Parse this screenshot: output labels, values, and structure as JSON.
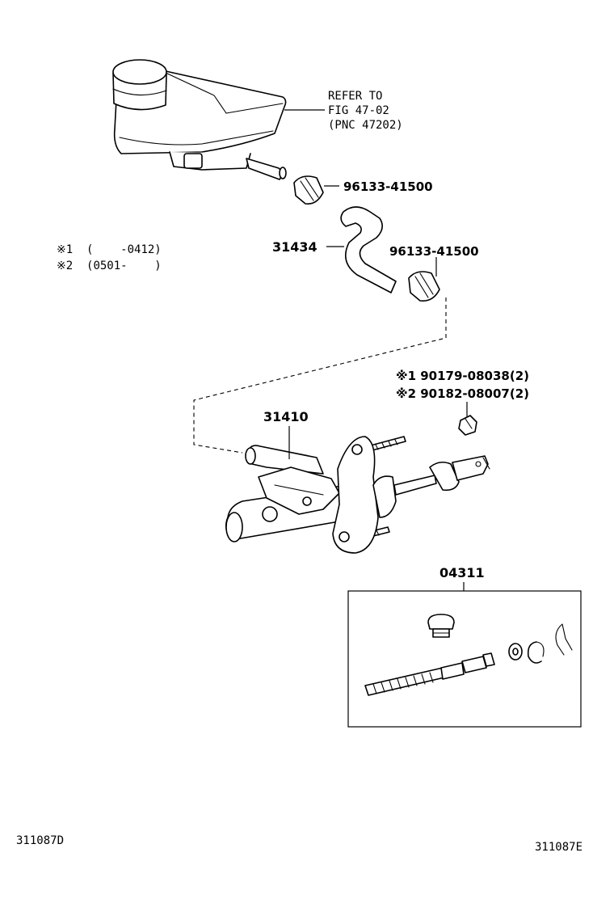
{
  "callouts": {
    "reservoir_ref_line1": "REFER TO",
    "reservoir_ref_line2": "FIG 47-02",
    "reservoir_ref_line3": "(PNC 47202)",
    "clamp_upper": "96133-41500",
    "hose": "31434",
    "clamp_lower": "96133-41500",
    "nut_1": "※1 90179-08038(2)",
    "nut_2": "※2 90182-08007(2)",
    "master_cylinder": "31410",
    "repair_kit": "04311"
  },
  "legend": {
    "row1": "※1  (    -0412)",
    "row2": "※2  (0501-    )"
  },
  "footer": {
    "left_code": "311087D",
    "right_code": "311087E"
  }
}
